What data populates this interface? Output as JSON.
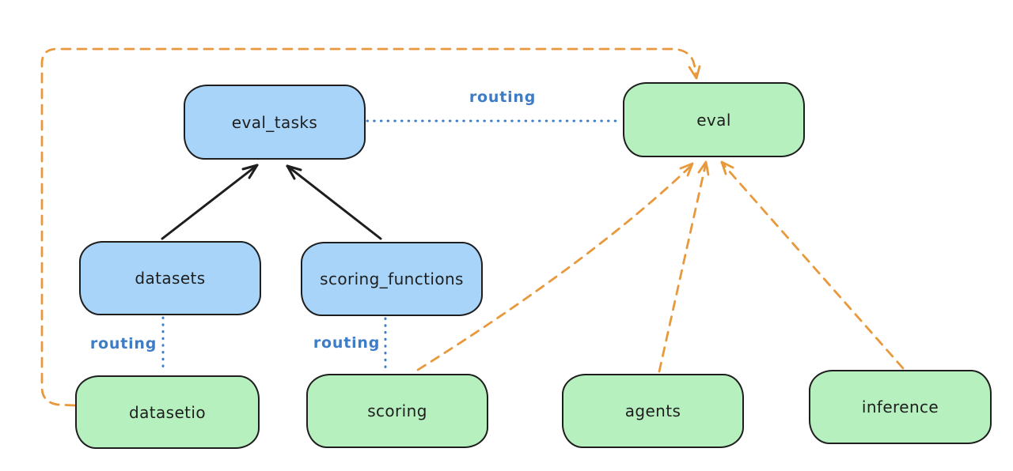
{
  "diagram": {
    "title": "",
    "nodes": {
      "eval_tasks": {
        "label": "eval_tasks"
      },
      "eval": {
        "label": "eval"
      },
      "datasets": {
        "label": "datasets"
      },
      "scoring_functions": {
        "label": "scoring_functions"
      },
      "datasetio": {
        "label": "datasetio"
      },
      "scoring": {
        "label": "scoring"
      },
      "agents": {
        "label": "agents"
      },
      "inference": {
        "label": "inference"
      }
    },
    "edges": [
      {
        "from": "datasets",
        "to": "eval_tasks",
        "style": "solid-arrow",
        "color": "black"
      },
      {
        "from": "scoring_functions",
        "to": "eval_tasks",
        "style": "solid-arrow",
        "color": "black"
      },
      {
        "from": "eval_tasks",
        "to": "eval",
        "style": "dotted",
        "color": "blue",
        "label": "routing"
      },
      {
        "from": "datasets",
        "to": "datasetio",
        "style": "dotted",
        "color": "blue",
        "label": "routing"
      },
      {
        "from": "scoring_functions",
        "to": "scoring",
        "style": "dotted",
        "color": "blue",
        "label": "routing"
      },
      {
        "from": "datasetio",
        "to": "eval",
        "style": "dashed-arrow",
        "color": "orange"
      },
      {
        "from": "scoring",
        "to": "eval",
        "style": "dashed-arrow",
        "color": "orange"
      },
      {
        "from": "agents",
        "to": "eval",
        "style": "dashed-arrow",
        "color": "orange"
      },
      {
        "from": "inference",
        "to": "eval",
        "style": "dashed-arrow",
        "color": "orange"
      }
    ],
    "colors": {
      "ink": "#1e1e1e",
      "blue_fill": "#a7d4f8",
      "green_fill": "#b7f0bf",
      "orange": "#e8993c",
      "routing_blue": "#3d7cc6",
      "background": "#ffffff"
    }
  }
}
